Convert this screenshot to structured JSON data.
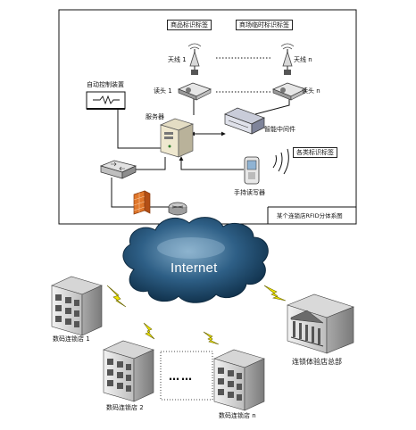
{
  "rfid": {
    "tag_product": "商品标识标签",
    "tag_temp": "商场临时标识标签",
    "antenna1": "天线 1",
    "antennaN": "天线 n",
    "reader1": "读头 1",
    "readerN": "读头 n",
    "auto_control": "自动控制装置",
    "server": "服务器",
    "middleware": "智能中间件",
    "tags_all": "各类标识标签",
    "handheld": "手持读写器",
    "caption": "某个连锁店RFID分体系图"
  },
  "network": {
    "internet": "Internet",
    "store1": "数码连锁店 1",
    "store2": "数码连锁店 2",
    "storeN": "数码连锁店 n",
    "hq": "连锁体验店总部",
    "ellipsis": "……"
  }
}
